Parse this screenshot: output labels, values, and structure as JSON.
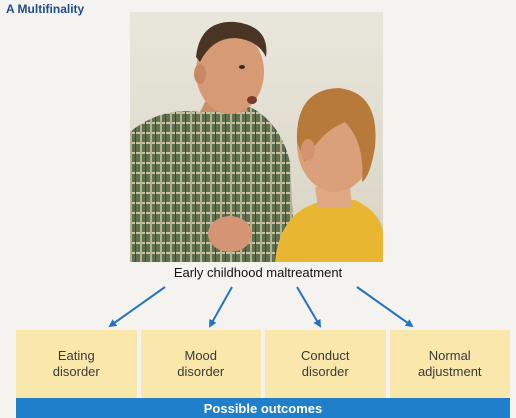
{
  "figure_label": "A Multifinality",
  "photo": {
    "description_icon": "man-talking-to-boy-photo"
  },
  "caption": "Early childhood maltreatment",
  "outcomes": [
    {
      "line1": "Eating",
      "line2": "disorder"
    },
    {
      "line1": "Mood",
      "line2": "disorder"
    },
    {
      "line1": "Conduct",
      "line2": "disorder"
    },
    {
      "line1": "Normal",
      "line2": "adjustment"
    }
  ],
  "bottom_label": "Possible outcomes",
  "colors": {
    "label_blue": "#1f4e8c",
    "box_yellow": "#fae7ac",
    "bar_blue": "#1f7fca",
    "arrow_blue": "#2473c0"
  }
}
